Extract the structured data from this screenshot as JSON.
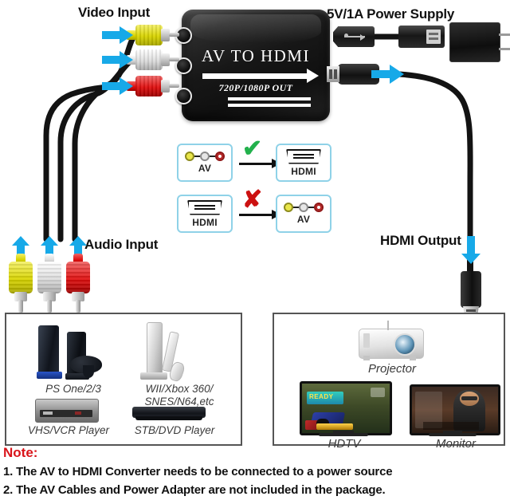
{
  "labels": {
    "video_input": "Video Input",
    "audio_input": "Audio Input",
    "power_supply": "5V/1A Power Supply",
    "hdmi_output": "HDMI Output"
  },
  "converter": {
    "title": "AV TO HDMI",
    "subtitle": "720P/1080P OUT"
  },
  "direction_diagram": {
    "rows": [
      {
        "from": "AV",
        "to": "HDMI",
        "mark": "✔",
        "mark_type": "check",
        "mark_color": "#22b14c",
        "allowed": true
      },
      {
        "from": "HDMI",
        "to": "AV",
        "mark": "✘",
        "mark_type": "cross",
        "mark_color": "#cc1111",
        "allowed": false
      }
    ]
  },
  "source_devices": [
    {
      "name": "PS One/2/3"
    },
    {
      "name": "WII/Xbox 360/\nSNES/N64,etc"
    },
    {
      "name": "VHS/VCR Player"
    },
    {
      "name": "STB/DVD Player"
    }
  ],
  "output_devices": [
    {
      "name": "Projector"
    },
    {
      "name": "HDTV"
    },
    {
      "name": "Monitor"
    }
  ],
  "note": {
    "title": "Note:",
    "line1": "1. The AV to HDMI Converter needs to be connected to a power source",
    "line2": "2. The AV Cables and Power Adapter are not included in the package."
  },
  "colors": {
    "rca_yellow": "#d8d400",
    "rca_white": "#dcdcdc",
    "rca_red": "#e00f0f",
    "arrow_blue": "#17a9e8",
    "note_red": "#d9141a",
    "spec_border": "#8fd2e8",
    "check_green": "#22b14c",
    "cross_red": "#cc1111"
  },
  "tv_screens": {
    "hdtv_overlay_text": "READY"
  }
}
